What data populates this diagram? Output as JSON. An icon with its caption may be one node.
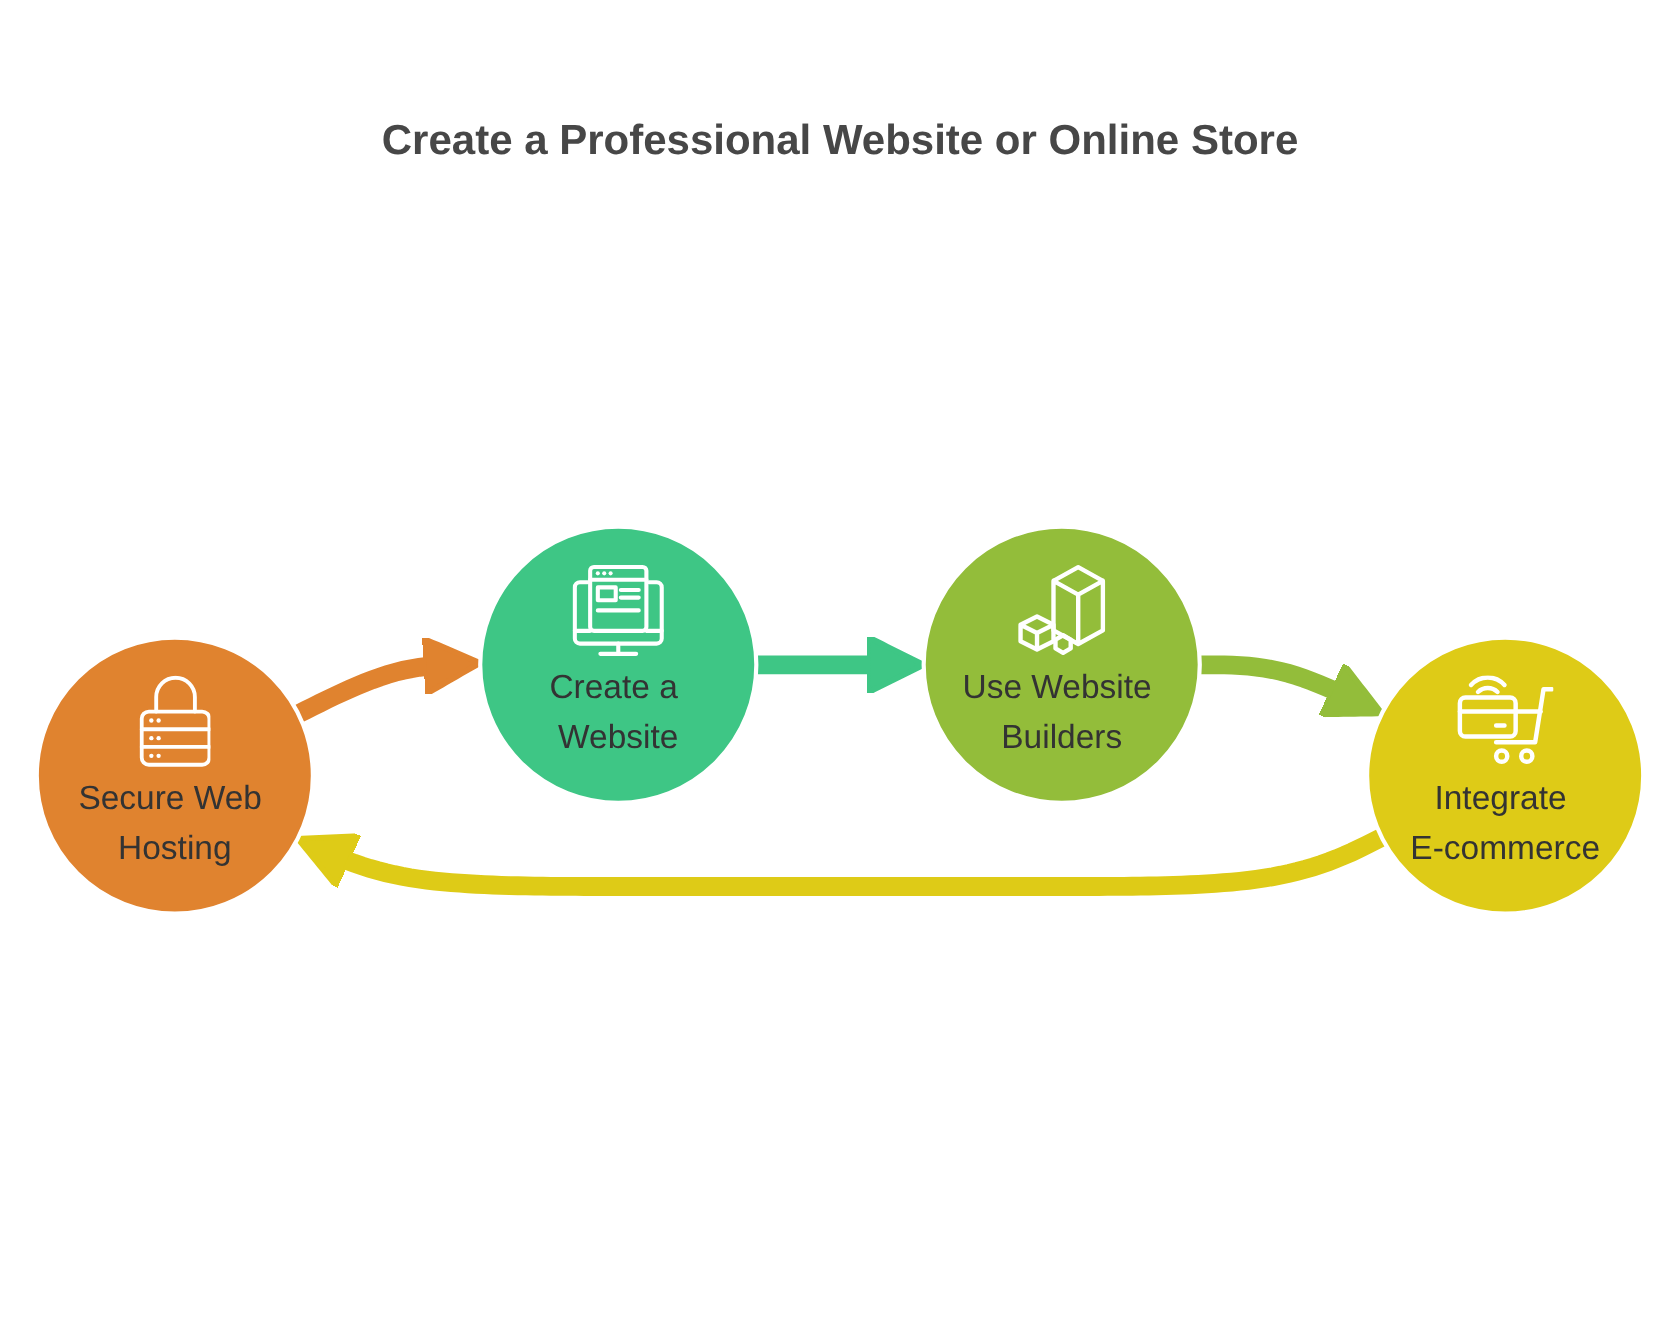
{
  "diagram": {
    "title": "Create a Professional Website or Online Store",
    "nodes": [
      {
        "text": [
          "Secure Web Hosting"
        ]
      },
      {
        "text": [
          "Create a Website"
        ]
      },
      {
        "text": [
          "Integrate E-commerce"
        ]
      },
      {
        "text": [
          "Use Website Builders"
        ]
      }
    ],
    "edges": [
      {
        "from": 0,
        "to": 1,
        "arrow": "to",
        "color": "#e0832f"
      },
      {
        "from": 1,
        "to": 3,
        "arrow": "to",
        "color": "#3ec685"
      },
      {
        "from": 3,
        "to": 2,
        "arrow": "to",
        "color": "#93bd3a"
      },
      {
        "from": 2,
        "to": 0,
        "arrow": "to",
        "color": "#decb17"
      }
    ]
  }
}
